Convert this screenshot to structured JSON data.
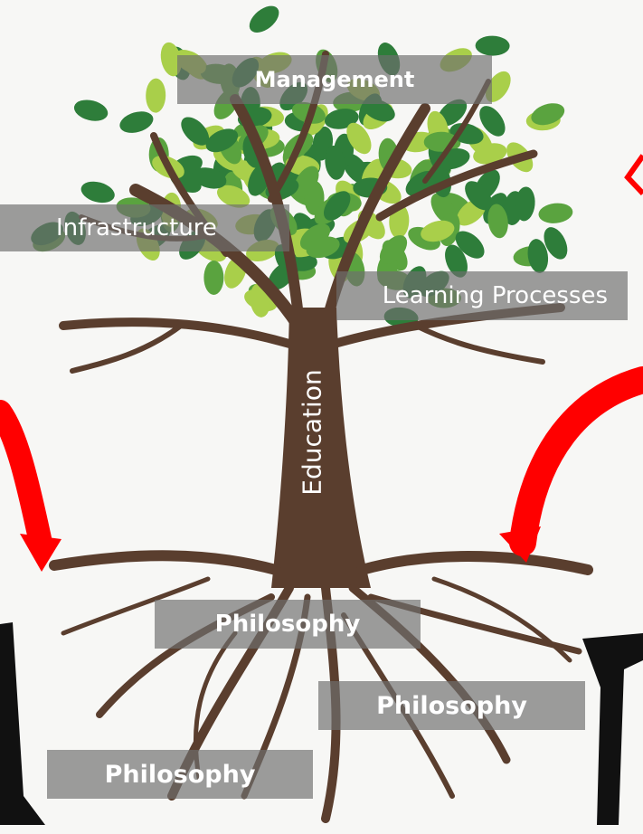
{
  "labels": {
    "management": "Management",
    "infrastructure": "Infrastructure",
    "learning_processes": "Learning Processes",
    "education": "Education",
    "philosophy_1": "Philosophy",
    "philosophy_2": "Philosophy",
    "philosophy_3": "Philosophy"
  },
  "colors": {
    "trunk": "#5a3e2e",
    "leaf_dark": "#2e7d3a",
    "leaf_mid": "#5aa33f",
    "leaf_light": "#a9cf4a",
    "arrow": "#ff0000",
    "bracket": "#111111",
    "label_bg": "#6e6e6e"
  }
}
